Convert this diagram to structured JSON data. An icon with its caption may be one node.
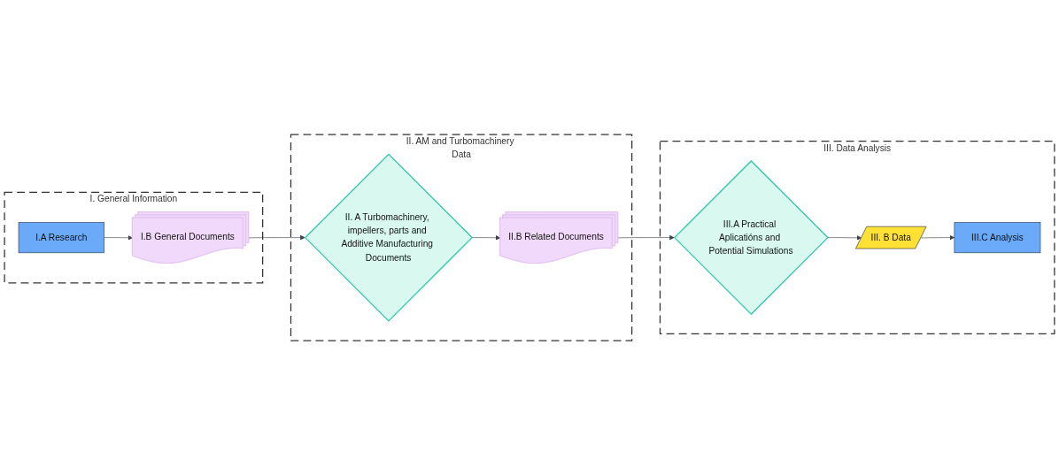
{
  "diagram": {
    "nodes": [
      {
        "text": [
          "I. General Information"
        ]
      },
      {
        "text": [
          "I.A Research"
        ],
        "in": 0
      },
      {
        "text": [
          "I.B General Documents"
        ],
        "in": 0
      },
      {
        "text": [
          "II. AM and Turbomachinery Data"
        ]
      },
      {
        "text": [
          "II. A Turbomachinery, impellers, parts and Additive Manufacturing Documents"
        ],
        "in": 3
      },
      {
        "text": [
          "II.B Related Documents"
        ],
        "in": 3
      },
      {
        "text": [
          "III. Data Analysis"
        ]
      },
      {
        "text": [
          "III.C Analysis"
        ],
        "in": 6
      },
      {
        "text": [
          "III. B Data"
        ],
        "in": 6
      },
      {
        "text": [
          "III.A Practical Aplicatións and Potential Simulations"
        ],
        "in": 6
      }
    ],
    "edges": [
      {
        "from": 1,
        "to": 2,
        "arrow": "to"
      },
      {
        "from": 2,
        "to": 4,
        "arrow": "to"
      },
      {
        "from": 4,
        "to": 5,
        "arrow": "to"
      },
      {
        "from": 5,
        "to": 9,
        "arrow": "to"
      },
      {
        "from": 9,
        "to": 8,
        "arrow": "to"
      },
      {
        "from": 8,
        "to": 7,
        "arrow": "to"
      }
    ]
  }
}
